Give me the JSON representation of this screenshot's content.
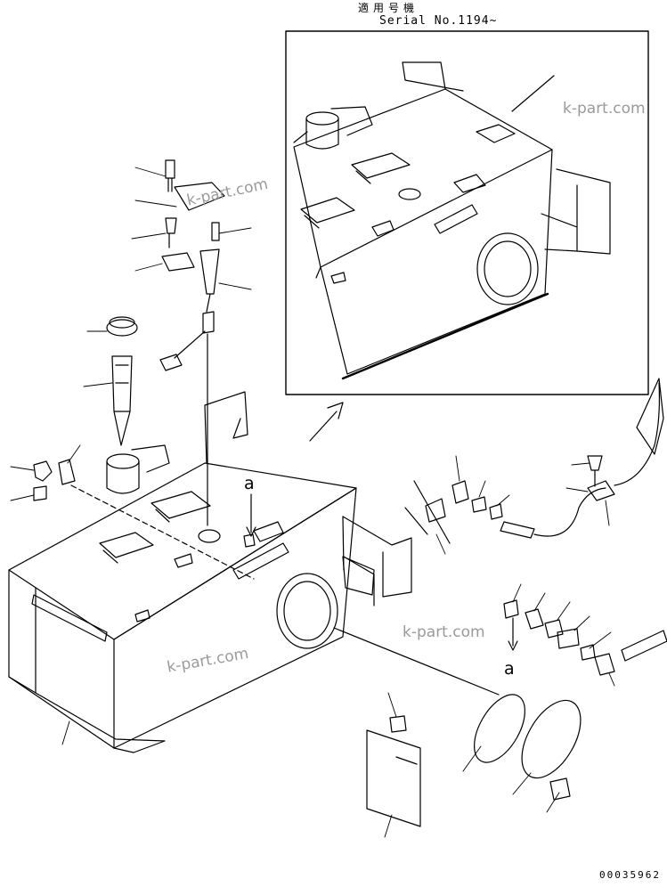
{
  "header": {
    "applicability_ja": "適用号機",
    "serial": "Serial No.1194~"
  },
  "references": {
    "a_top": "a",
    "a_bottom": "a"
  },
  "watermarks": [
    "k-part.com",
    "k-part.com",
    "k-part.com",
    "k-part.com"
  ],
  "figure_number": "00035962",
  "colors": {
    "line": "#000000",
    "watermark": "#9a9a9a",
    "background": "#ffffff"
  }
}
